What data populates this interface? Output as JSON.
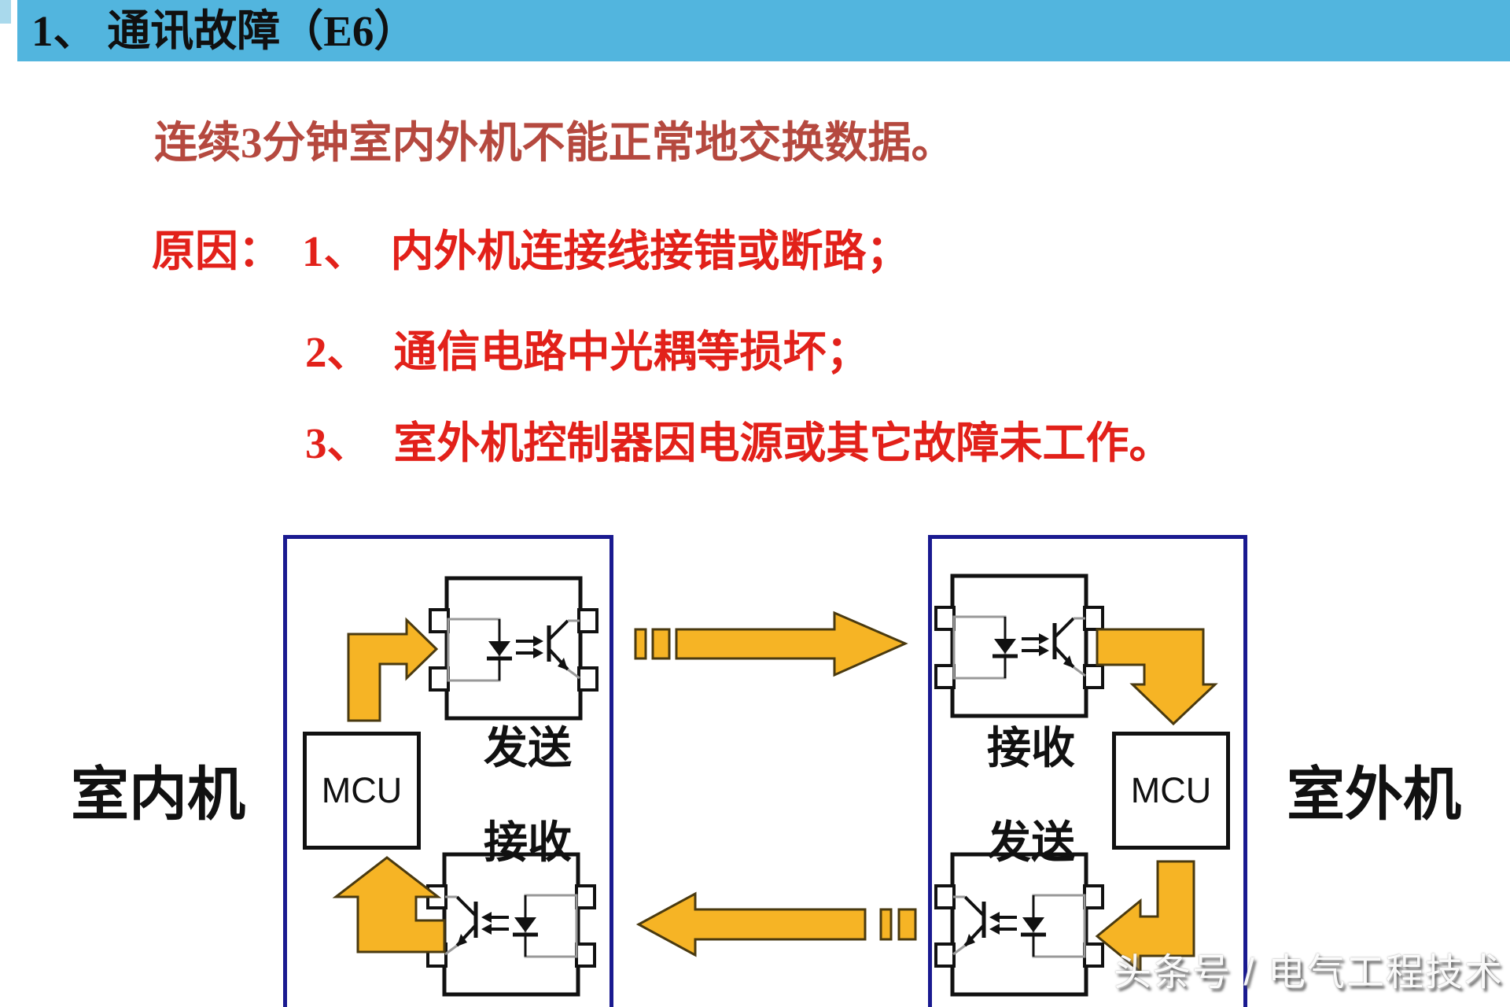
{
  "slide": {
    "title": "1、 通讯故障（E6）",
    "symptom": "连续3分钟室内外机不能正常地交换数据。",
    "cause_prefix": "原因：",
    "cause1_num": "1、",
    "cause1": "内外机连接线接错或断路；",
    "cause2_num": "2、",
    "cause2": "通信电路中光耦等损坏；",
    "cause3_num": "3、",
    "cause3": "室外机控制器因电源或其它故障未工作。"
  },
  "diagram": {
    "indoor_unit_label": "室内机",
    "outdoor_unit_label": "室外机",
    "indoor_mcu_label": "MCU",
    "outdoor_mcu_label": "MCU",
    "indoor_send_label": "发送",
    "indoor_receive_label": "接收",
    "outdoor_receive_label": "接收",
    "outdoor_send_label": "发送"
  },
  "watermark": {
    "text": "头条号 / 电气工程技术"
  },
  "colors": {
    "title_bar_blue": "#52b5de",
    "symptom_red": "#b5493f",
    "cause_red": "#e2211a",
    "arrow_orange": "#f6b425",
    "unit_box_border_navy": "#1a1a90"
  }
}
